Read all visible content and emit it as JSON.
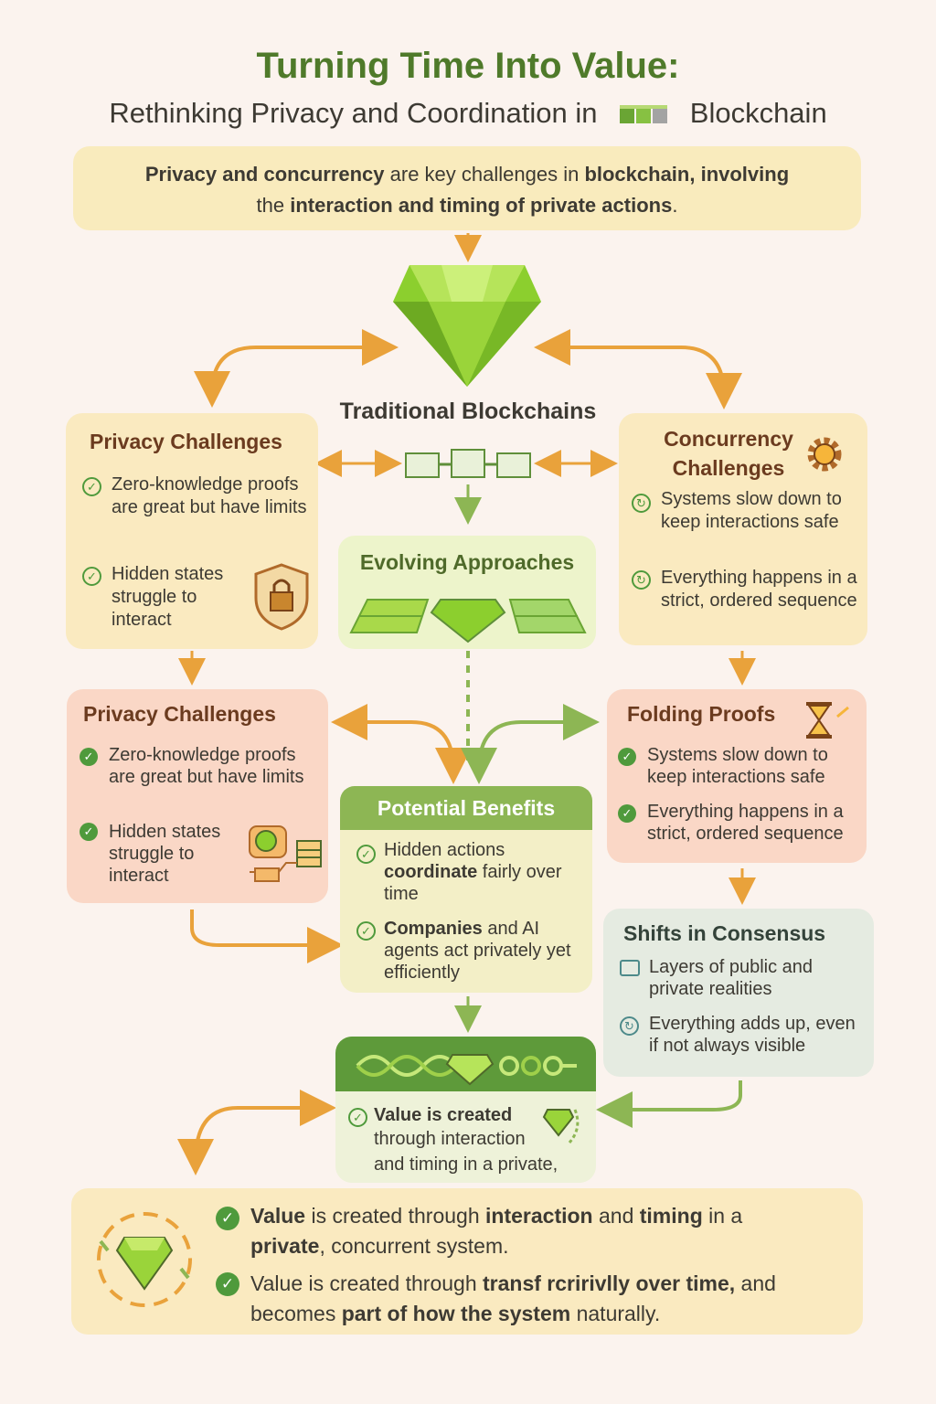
{
  "header": {
    "title": "Turning Time Into Value:",
    "subtitle_before": "Rethinking Privacy and Coordination in",
    "subtitle_after": "Blockchain"
  },
  "intro": {
    "p1_b": "Privacy and concurrency",
    "p1": " are key challenges in ",
    "p2_b": "blockchain, involving",
    "p3": "the ",
    "p4_b": "interaction and timing of private actions",
    "p5": "."
  },
  "center": {
    "traditional": "Traditional Blockchains",
    "evolving": "Evolving Approaches"
  },
  "privacy_top": {
    "title": "Privacy Challenges",
    "items": [
      "Zero-knowledge proofs are great but have limits",
      "Hidden states struggle to interact"
    ]
  },
  "concurrency": {
    "title": "Concurrency Challenges",
    "items": [
      "Systems slow down to keep interactions safe",
      "Everything happens in a strict, ordered sequence"
    ]
  },
  "privacy_mid": {
    "title": "Privacy Challenges",
    "items": [
      "Zero-knowledge proofs are great but have limits",
      "Hidden states struggle to interact"
    ]
  },
  "folding": {
    "title": "Folding Proofs",
    "items": [
      "Systems slow down to keep interactions safe",
      "Everything happens in a strict, ordered sequence"
    ]
  },
  "benefits": {
    "title": "Potential Benefits",
    "item1_a": "Hidden actions",
    "item1_b": "coordinate",
    "item1_c": " fairly over time",
    "item2_a": "Companies",
    "item2_b": " and AI agents act privately yet efficiently"
  },
  "consensus": {
    "title": "Shifts in Consensus",
    "items": [
      "Layers of public and private realities",
      "Everything adds up, even if not always visible"
    ]
  },
  "value_box": {
    "l1_b": "Value is created",
    "l2": "through interaction",
    "l3": "and timing in a private,"
  },
  "bottom": {
    "a1_b": "Value",
    "a2": " is created through ",
    "a3_b": "interaction",
    "a4": " and ",
    "a5_b": "timing",
    "a6": " in a",
    "a7_b": "private",
    "a8": ", concurrent system.",
    "b1": "Value is created through ",
    "b2_b": "transf rcririvlly over time,",
    "b3": " and",
    "b4": "becomes ",
    "b5_b": "part of how the system",
    "b6": " naturally."
  },
  "colors": {
    "accent_green": "#4f7a2a",
    "arrow_orange": "#e9a23b",
    "arrow_green": "#8db654",
    "check_green": "#4f9a3c"
  }
}
